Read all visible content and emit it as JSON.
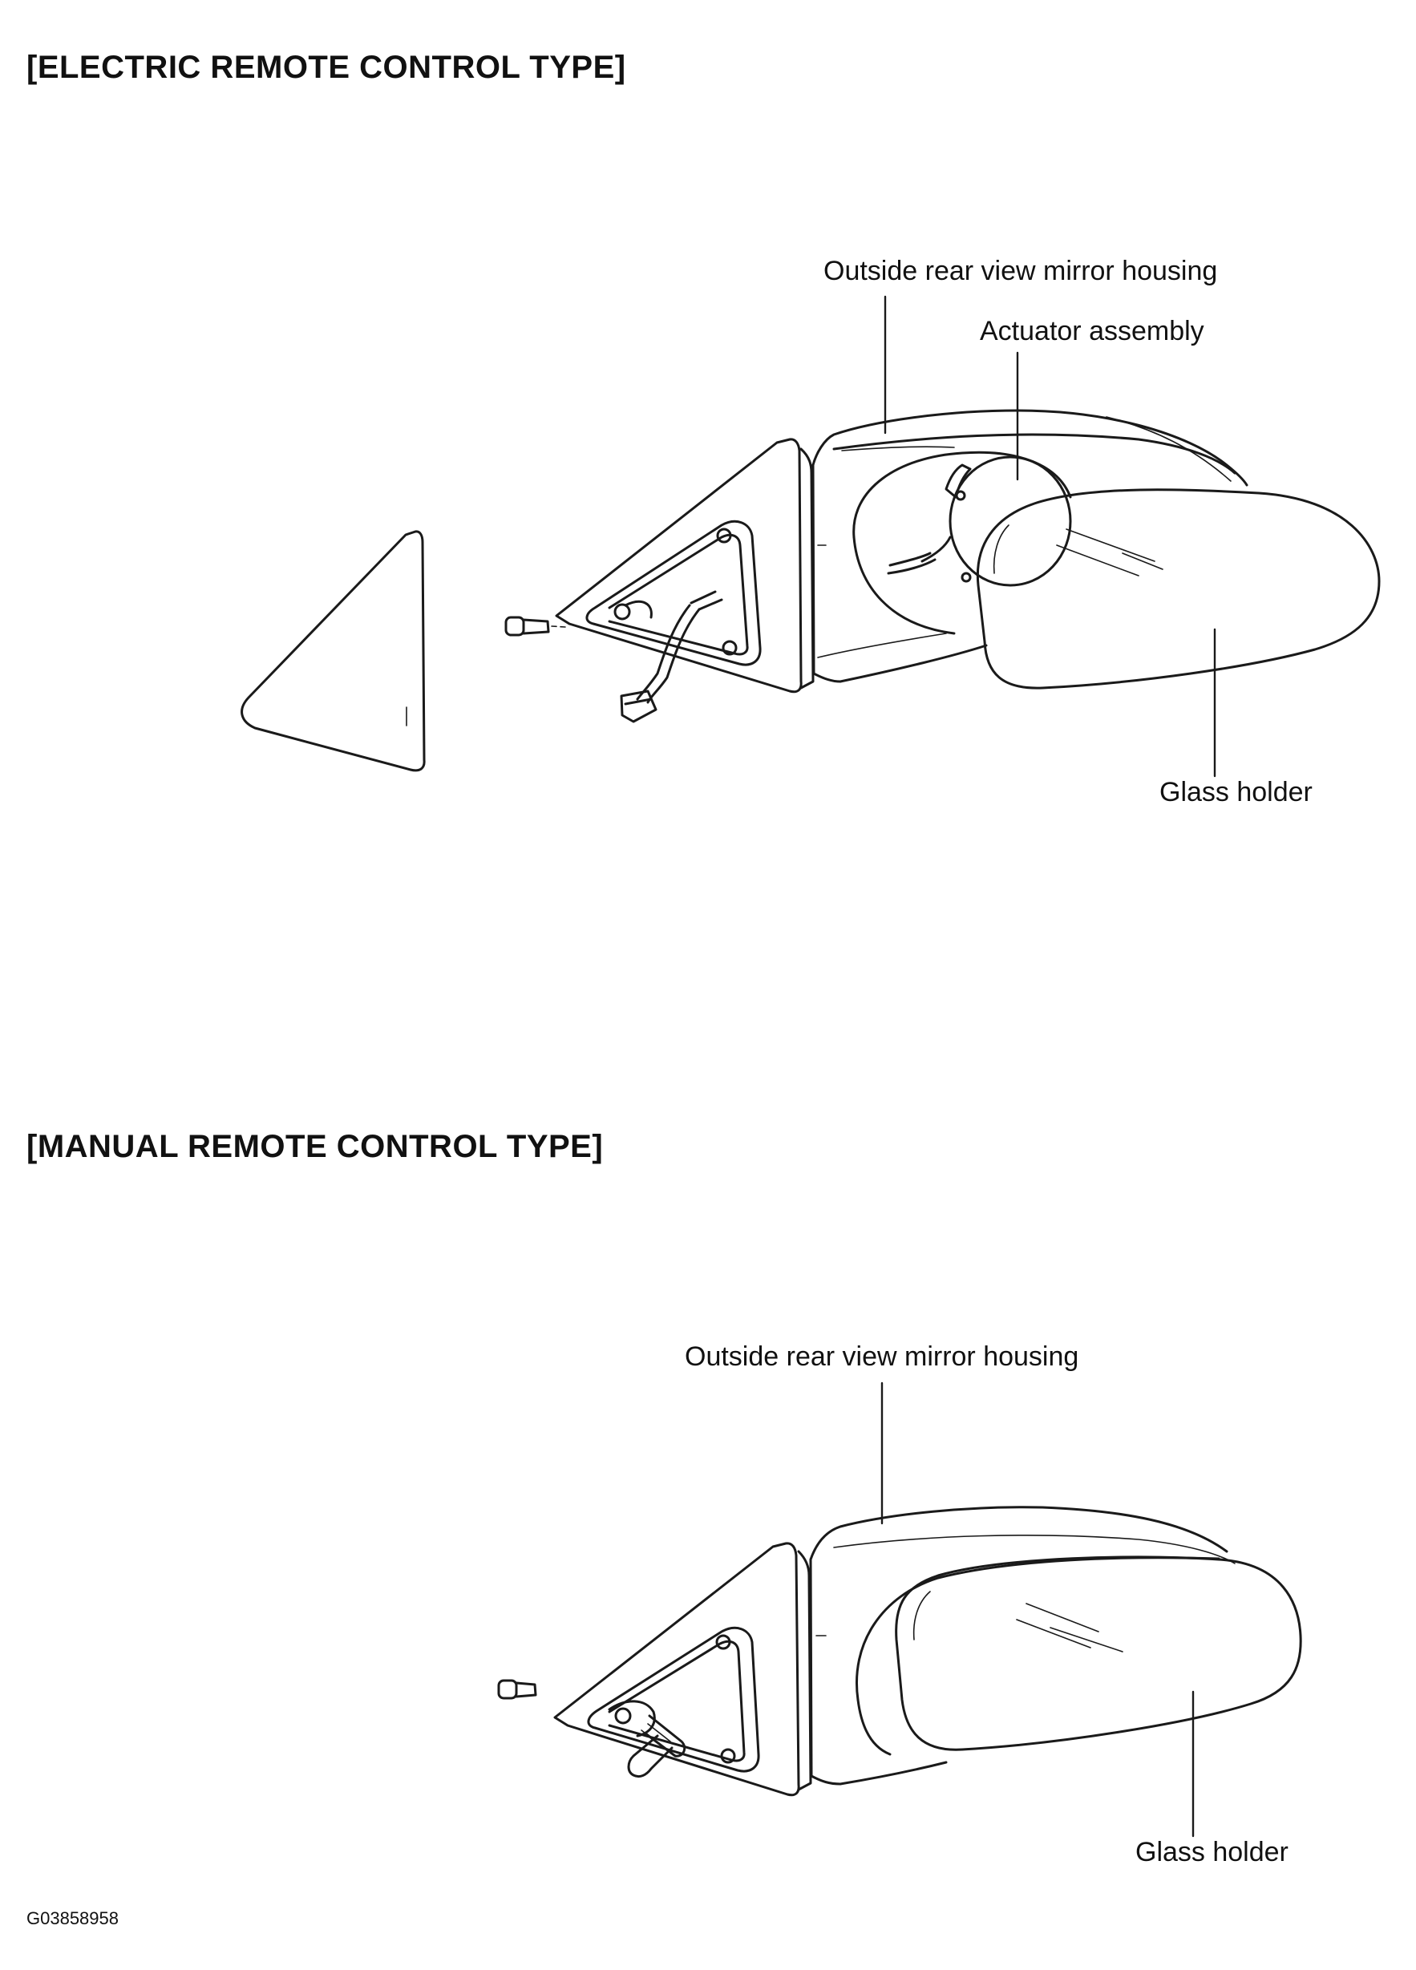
{
  "sections": [
    {
      "heading": "[ELECTRIC REMOTE CONTROL TYPE]",
      "labels": {
        "housing": "Outside rear view mirror housing",
        "actuator": "Actuator assembly",
        "glass_holder": "Glass holder"
      }
    },
    {
      "heading": "[MANUAL REMOTE CONTROL TYPE]",
      "labels": {
        "housing": "Outside rear view mirror housing",
        "glass_holder": "Glass holder"
      }
    }
  ],
  "figure_id": "G03858958"
}
